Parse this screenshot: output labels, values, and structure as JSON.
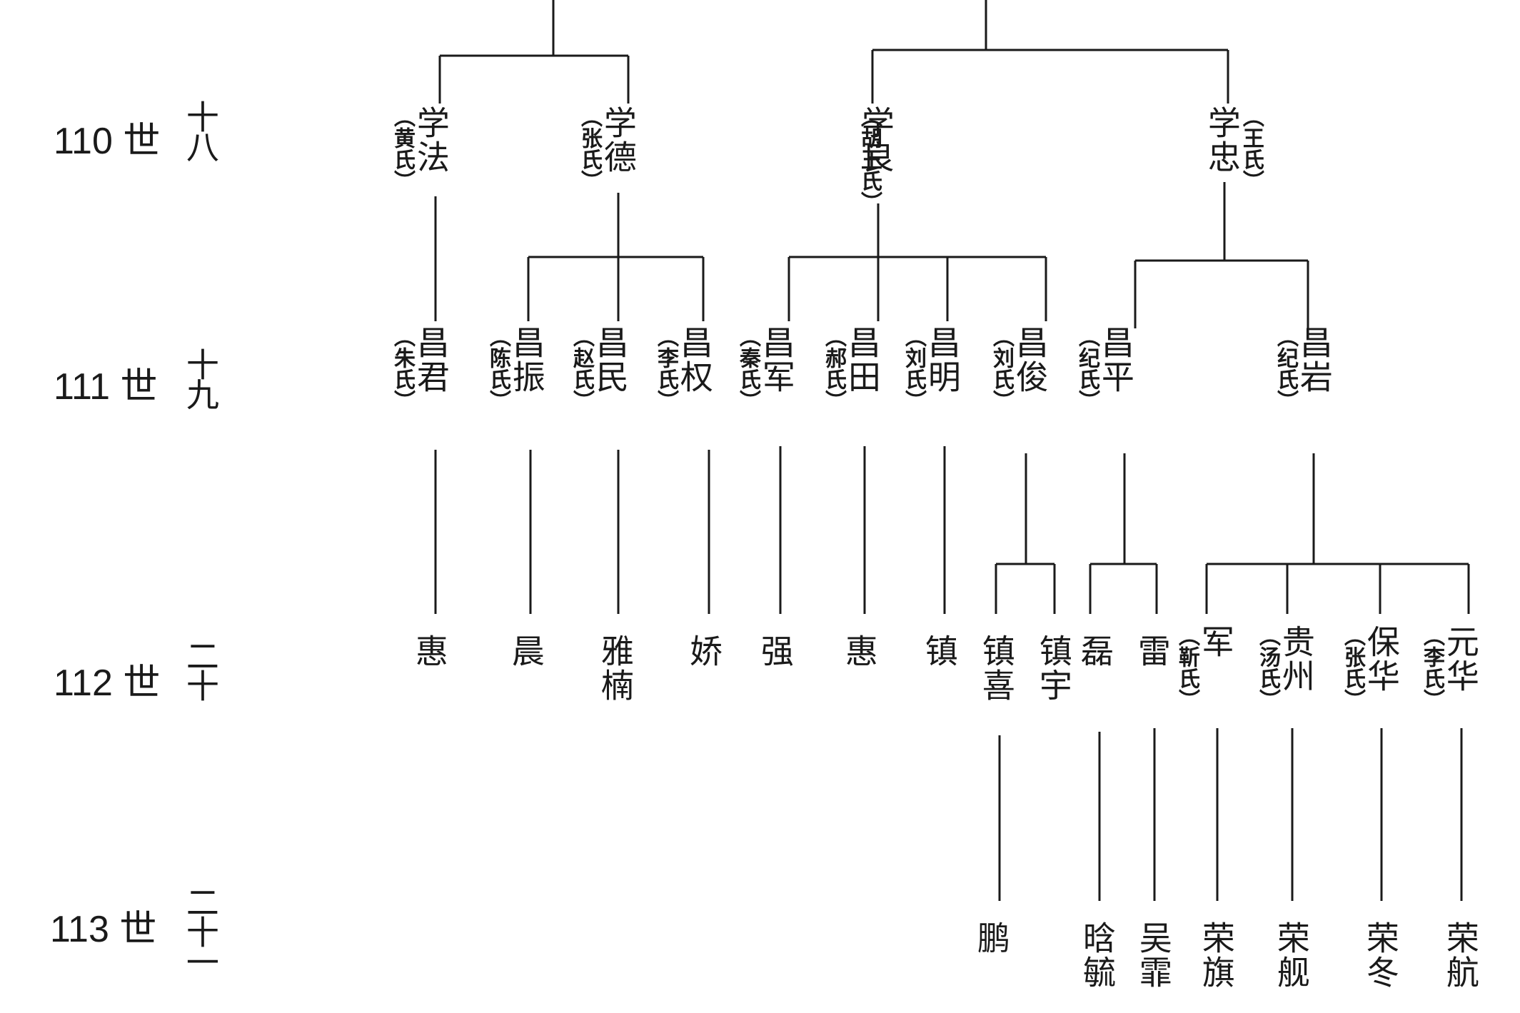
{
  "generations": [
    {
      "key": "g110",
      "label": "110 世",
      "ordinal": "十八"
    },
    {
      "key": "g111",
      "label": "111 世",
      "ordinal": "十九"
    },
    {
      "key": "g112",
      "label": "112 世",
      "ordinal": "二十"
    },
    {
      "key": "g113",
      "label": "113 世",
      "ordinal": "二十一"
    }
  ],
  "members": {
    "xuefa": {
      "name": "学法",
      "spouse": "（黄氏）"
    },
    "xuede": {
      "name": "学德",
      "spouse": "（张氏）"
    },
    "xueliang": {
      "name": "学良",
      "spouse": "（胡王氏）"
    },
    "xuezhong": {
      "name": "学忠",
      "spouse": "（王氏）"
    },
    "changjun": {
      "name": "昌君",
      "spouse": "（朱氏）"
    },
    "changzhen": {
      "name": "昌振",
      "spouse": "（陈氏）"
    },
    "changmin": {
      "name": "昌民",
      "spouse": "（赵氏）"
    },
    "changquan": {
      "name": "昌权",
      "spouse": "（李氏）"
    },
    "changjun2": {
      "name": "昌军",
      "spouse": "（秦氏）"
    },
    "changtian": {
      "name": "昌田",
      "spouse": "（郝氏）"
    },
    "changming": {
      "name": "昌明",
      "spouse": "（刘氏）"
    },
    "changjun3": {
      "name": "昌俊",
      "spouse": "（刘氏）"
    },
    "changping": {
      "name": "昌平",
      "spouse": "（纪氏）"
    },
    "changyan": {
      "name": "昌岩",
      "spouse": "（纪氏）"
    },
    "hui1": {
      "name": "惠"
    },
    "chen": {
      "name": "晨"
    },
    "yanan": {
      "name": "雅楠"
    },
    "jiao": {
      "name": "娇"
    },
    "qiang": {
      "name": "强"
    },
    "hui2": {
      "name": "惠"
    },
    "zhen": {
      "name": "镇"
    },
    "zhenxi": {
      "name": "镇喜"
    },
    "zhenyu": {
      "name": "镇宇"
    },
    "lei1": {
      "name": "磊"
    },
    "lei2": {
      "name": "雷"
    },
    "jun": {
      "name": "军",
      "spouse": "（靳氏）"
    },
    "guizhou": {
      "name": "贵州",
      "spouse": "（汤氏）"
    },
    "baohua": {
      "name": "保华",
      "spouse": "（张氏）"
    },
    "yuanhua": {
      "name": "元华",
      "spouse": "（李氏）"
    },
    "peng": {
      "name": "鹏"
    },
    "hanshu": {
      "name": "晗毓"
    },
    "wuhao": {
      "name": "吴霏"
    },
    "rongqi": {
      "name": "荣旗"
    },
    "rongjian": {
      "name": "荣舰"
    },
    "rongdong": {
      "name": "荣冬"
    },
    "ronghang": {
      "name": "荣航"
    }
  }
}
